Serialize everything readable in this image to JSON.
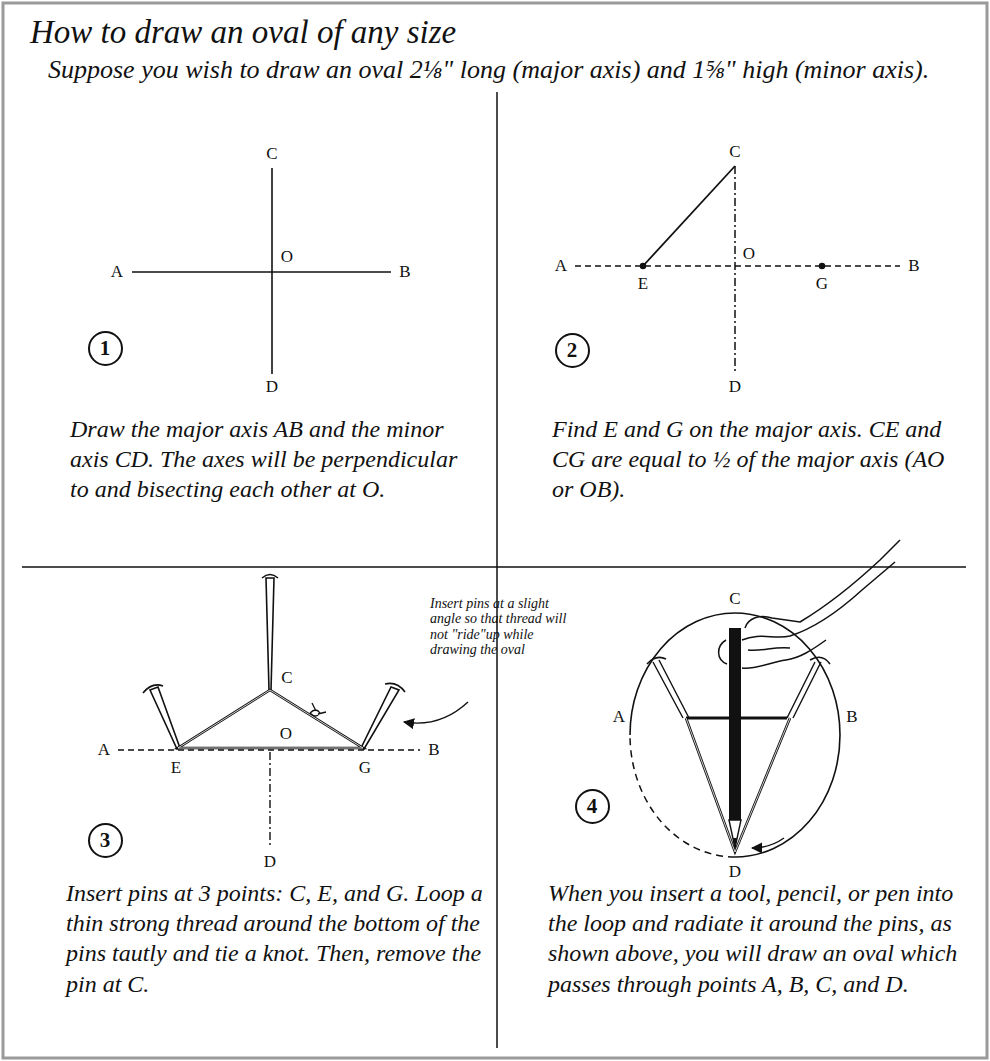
{
  "diagram": {
    "title": "How to draw an oval of any size",
    "nodes": [
      {
        "text": [
          "1"
        ]
      },
      {
        "text": [
          "2"
        ]
      },
      {
        "text": [
          "3"
        ]
      },
      {
        "text": [
          "4"
        ]
      }
    ],
    "labels": [
      "Suppose you wish to draw an oval 2⅛\" long (major axis) and 1⅝\" high (minor axis).",
      "Draw the major axis AB and the minor axis CD. The axes will be perpendicular to and bisecting each other at O.",
      "Find E and G on the major axis. CE and CG are equal to ½ of the major axis (AO or OB).",
      "Insert pins at 3 points: C, E, and G. Loop a thin strong thread around the bottom of the pins tautly and tie a knot. Then, remove the pin at C.",
      "Insert pins at a slight angle so that thread will not \"ride\"up while drawing the oval",
      "When you insert a tool, pencil, or pen into the loop and radiate it around the pins, as shown above, you will draw an oval which passes through points A, B, C, and D.",
      "C",
      "A",
      "O",
      "B",
      "D",
      "C",
      "A",
      "E",
      "O",
      "G",
      "B",
      "D",
      "C",
      "A",
      "O",
      "B",
      "E",
      "G",
      "D",
      "C",
      "A",
      "B",
      "D"
    ]
  }
}
